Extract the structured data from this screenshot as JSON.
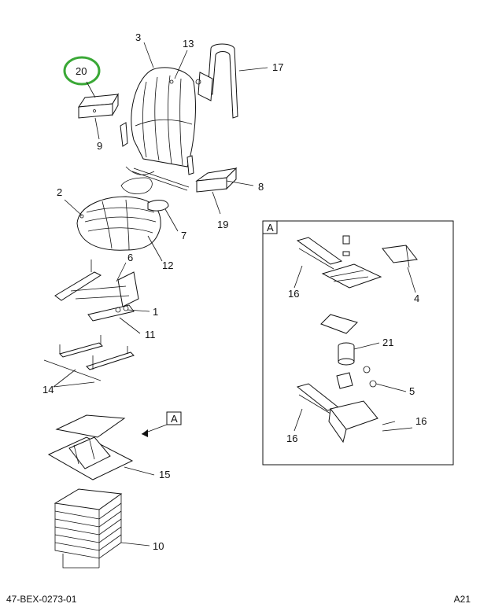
{
  "diagram": {
    "callouts": {
      "c1": "1",
      "c2": "2",
      "c3": "3",
      "c4": "4",
      "c5": "5",
      "c6": "6",
      "c7": "7",
      "c8": "8",
      "c9": "9",
      "c10": "10",
      "c11": "11",
      "c12": "12",
      "c13": "13",
      "c14": "14",
      "c15": "15",
      "c16a": "16",
      "c16b": "16",
      "c16c": "16",
      "c17": "17",
      "c19": "19",
      "c20": "20",
      "c21": "21"
    },
    "detail_label": "A",
    "view_marker_label": "A",
    "highlight_color": "#3aa836"
  },
  "footer": {
    "drawing_number": "47-BEX-0273-01",
    "page_ref": "A21"
  }
}
